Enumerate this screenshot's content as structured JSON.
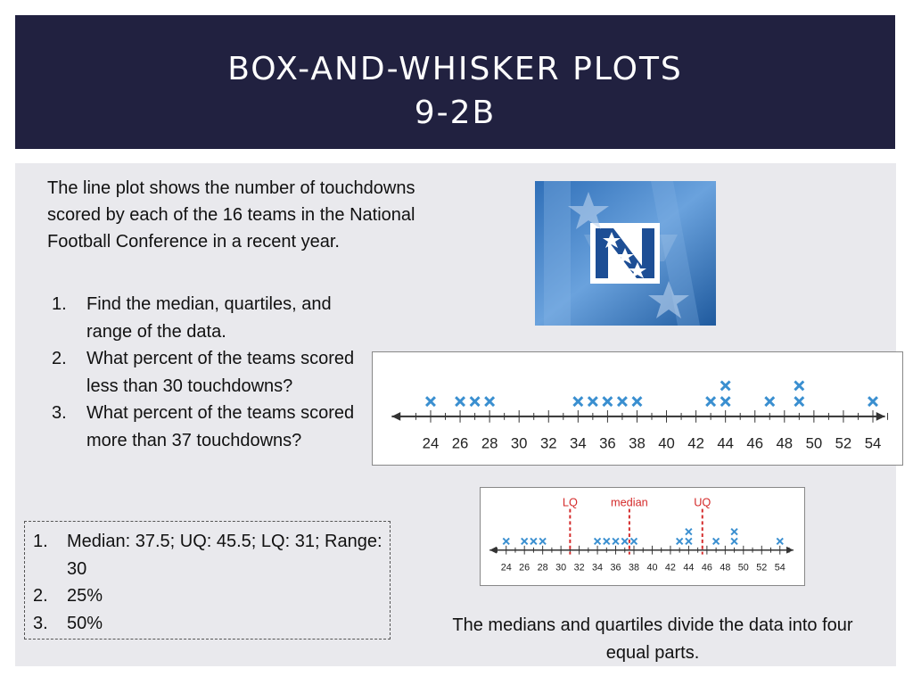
{
  "header": {
    "title_line1": "BOX-AND-WHISKER PLOTS",
    "title_line2": "9-2B"
  },
  "intro": "The line plot shows the number of touchdowns scored by each of the 16 teams in the National Football Conference in a recent year.",
  "questions": [
    {
      "num": "1.",
      "text": "Find the median, quartiles, and range of the data."
    },
    {
      "num": "2.",
      "text": "What percent of the teams scored less than 30 touchdowns?"
    },
    {
      "num": "3.",
      "text": "What percent of the teams scored more than 37 touchdowns?"
    }
  ],
  "answers": [
    {
      "num": "1.",
      "text": "Median: 37.5; UQ: 45.5; LQ: 31; Range: 30"
    },
    {
      "num": "2.",
      "text": "25%"
    },
    {
      "num": "3.",
      "text": "50%"
    }
  ],
  "caption": "The medians and quartiles divide the data into four equal parts.",
  "logo": {
    "name": "nfc-logo"
  },
  "chart_data": [
    {
      "type": "line-plot",
      "axis_min": 23,
      "axis_max": 55,
      "tick_labels": [
        "24",
        "26",
        "28",
        "30",
        "32",
        "34",
        "36",
        "38",
        "40",
        "42",
        "44",
        "46",
        "48",
        "50",
        "52",
        "54"
      ],
      "x_marks": [
        24,
        26,
        27,
        28,
        34,
        35,
        36,
        37,
        38,
        43,
        44,
        44,
        47,
        49,
        49,
        54
      ],
      "mark_color": "#3a8fd0"
    },
    {
      "type": "line-plot",
      "axis_min": 23,
      "axis_max": 55,
      "tick_labels": [
        "24",
        "26",
        "28",
        "30",
        "32",
        "34",
        "36",
        "38",
        "40",
        "42",
        "44",
        "46",
        "48",
        "50",
        "52",
        "54"
      ],
      "x_marks": [
        24,
        26,
        27,
        28,
        34,
        35,
        36,
        37,
        38,
        43,
        44,
        44,
        47,
        49,
        49,
        54
      ],
      "mark_color": "#3a8fd0",
      "annotations": [
        {
          "label": "LQ",
          "value": 31
        },
        {
          "label": "median",
          "value": 37.5
        },
        {
          "label": "UQ",
          "value": 45.5
        }
      ],
      "annotation_color": "#d42a2a"
    }
  ]
}
